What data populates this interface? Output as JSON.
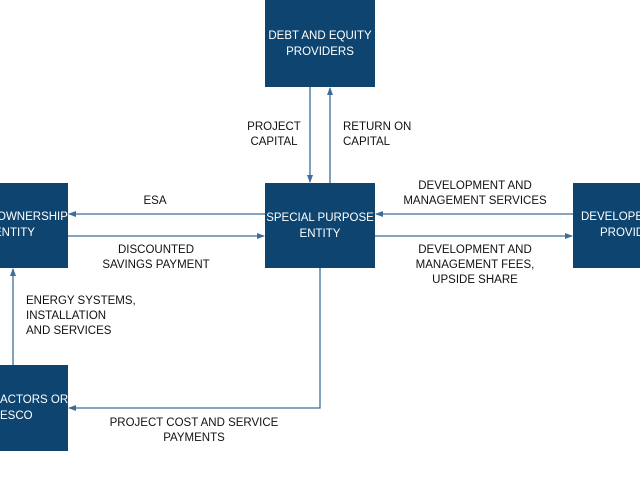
{
  "nodes": {
    "debt": [
      "DEBT AND EQUITY",
      "PROVIDERS"
    ],
    "spe": [
      "SPECIAL PURPOSE",
      "ENTITY"
    ],
    "ownership": [
      "OWNERSHIP",
      "ENTITY"
    ],
    "contractors": [
      "ACTORS OR",
      "ESCO"
    ],
    "developer": [
      "DEVELOPER",
      "PROVID"
    ]
  },
  "edges": {
    "project_capital": [
      "PROJECT",
      "CAPITAL"
    ],
    "return_on_capital": [
      "RETURN ON",
      "CAPITAL"
    ],
    "esa": "ESA",
    "discounted": [
      "DISCOUNTED",
      "SAVINGS PAYMENT"
    ],
    "dev_services": [
      "DEVELOPMENT AND",
      "MANAGEMENT SERVICES"
    ],
    "dev_fees": [
      "DEVELOPMENT AND",
      "MANAGEMENT FEES,",
      "UPSIDE SHARE"
    ],
    "energy_systems": [
      "ENERGY SYSTEMS,",
      "INSTALLATION",
      "AND SERVICES"
    ],
    "project_cost": [
      "PROJECT COST AND SERVICE",
      "PAYMENTS"
    ]
  },
  "colors": {
    "box": "#0e4470",
    "arrow": "#3d6d98"
  }
}
